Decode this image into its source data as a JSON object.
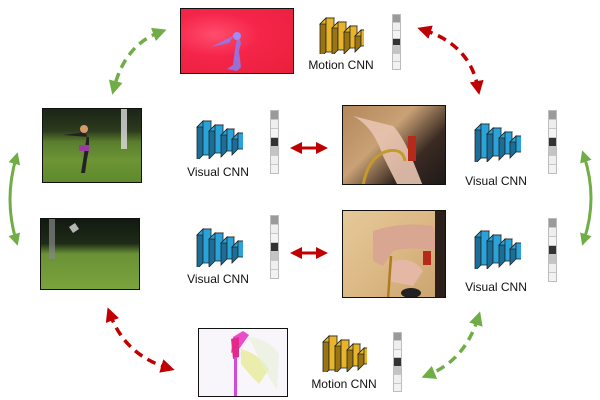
{
  "colors": {
    "visual_cnn": "#29a3d9",
    "visual_cnn_dark": "#1a6e98",
    "motion_cnn": "#e8b52a",
    "motion_cnn_dark": "#9a7410",
    "arrow_red": "#c00000",
    "arrow_green": "#70ad47"
  },
  "nodes": {
    "motion_top": {
      "label": "Motion CNN",
      "image": "optical-flow-red-dancer"
    },
    "visual_top_left": {
      "label": "Visual CNN",
      "image": "woman-dancing-park"
    },
    "visual_top_right": {
      "label": "Visual CNN",
      "image": "hands-tying-rope"
    },
    "visual_bottom_left": {
      "label": "Visual CNN",
      "image": "woman-walking-park"
    },
    "visual_bottom_right": {
      "label": "Visual CNN",
      "image": "hands-tying-rope-close"
    },
    "motion_bottom": {
      "label": "Motion CNN",
      "image": "optical-flow-pink-hands"
    }
  },
  "feature_vectors": {
    "shades": [
      "#9a9a9a",
      "#eeeeee",
      "#f4f4f4",
      "#333333",
      "#c4c4c4",
      "#efefef",
      "#f2f2f2"
    ]
  },
  "arrows": [
    {
      "from": "motion_top",
      "to": "visual_top_left",
      "style": "dashed",
      "color": "green"
    },
    {
      "from": "motion_top",
      "to": "visual_top_right",
      "style": "dashed",
      "color": "red"
    },
    {
      "from": "visual_top_left",
      "to": "visual_top_right",
      "style": "solid",
      "color": "red"
    },
    {
      "from": "visual_bottom_left",
      "to": "visual_bottom_right",
      "style": "solid",
      "color": "red"
    },
    {
      "from": "visual_top_left",
      "to": "visual_bottom_left",
      "style": "solid",
      "color": "green"
    },
    {
      "from": "visual_top_right",
      "to": "visual_bottom_right",
      "style": "solid",
      "color": "green"
    },
    {
      "from": "visual_bottom_left",
      "to": "motion_bottom",
      "style": "dashed",
      "color": "red"
    },
    {
      "from": "visual_bottom_right",
      "to": "motion_bottom",
      "style": "dashed",
      "color": "green"
    }
  ]
}
